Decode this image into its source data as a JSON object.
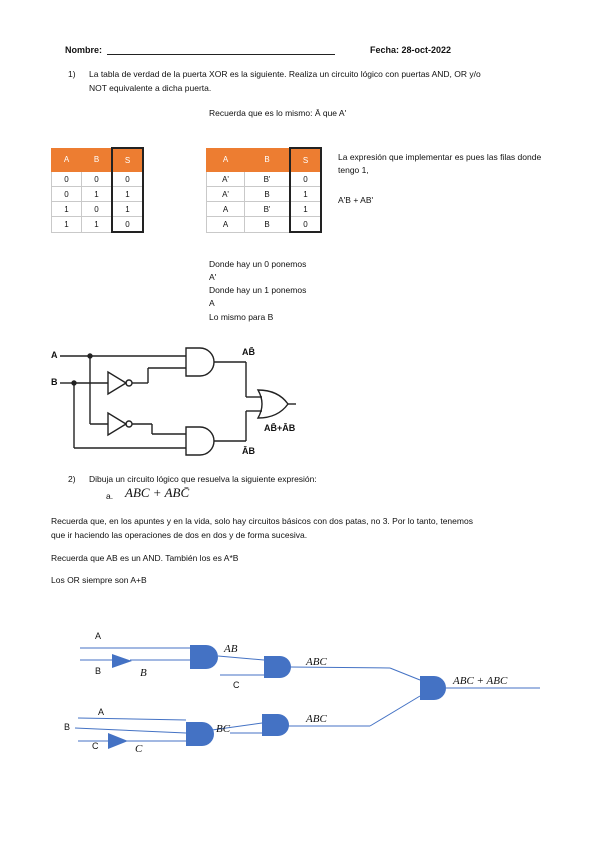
{
  "header": {
    "name_label": "Nombre:",
    "date_label": "Fecha: 28-oct-2022"
  },
  "q1": {
    "number": "1)",
    "text_line1": "La tabla de verdad de la puerta XOR es la siguiente. Realiza un circuito lógico con puertas AND, OR y/o",
    "text_line2": "NOT equivalente a dicha puerta.",
    "note": "Recuerda que es lo mismo: Ā que A'",
    "table1": {
      "headers": [
        "A",
        "B",
        "S"
      ],
      "rows": [
        [
          "0",
          "0",
          "0"
        ],
        [
          "0",
          "1",
          "1"
        ],
        [
          "1",
          "0",
          "1"
        ],
        [
          "1",
          "1",
          "0"
        ]
      ]
    },
    "table2": {
      "headers": [
        "A",
        "B",
        "S"
      ],
      "rows": [
        [
          "A'",
          "B'",
          "0"
        ],
        [
          "A'",
          "B",
          "1"
        ],
        [
          "A",
          "B'",
          "1"
        ],
        [
          "A",
          "B",
          "0"
        ]
      ]
    },
    "expr_line1": "La expresión que implementar es pues las filas donde",
    "expr_line2": "tengo 1,",
    "expr_formula": "A'B + AB'",
    "explain": [
      "Donde hay un 0 ponemos",
      "A'",
      "Donde hay un 1 ponemos",
      "A",
      "Lo mismo para B"
    ],
    "circuit1": {
      "in_a": "A",
      "in_b": "B",
      "top_out": "AB̄",
      "bottom_out": "ĀB",
      "or_out": "AB̄+ĀB"
    }
  },
  "q2": {
    "number": "2)",
    "text": "Dibuja un circuito lógico que resuelva la siguiente expresión:",
    "item_label": "a.",
    "formula": "ABC + ABC̄",
    "para1_line1": "Recuerda que, en los apuntes y en la vida, solo hay circuitos básicos con dos patas, no 3. Por lo tanto, tenemos",
    "para1_line2": "que ir haciendo las operaciones de dos en dos y de forma sucesiva.",
    "para2": "Recuerda que AB es un AND. También los es A*B",
    "para3": "Los OR siempre son A+B",
    "circuit2": {
      "top_a": "A",
      "top_b": "B",
      "top_b_italic": "B",
      "ab": "AB",
      "c": "C",
      "abc": "ABC",
      "out": "ABC + ABC",
      "bot_a": "A",
      "bot_b": "B",
      "bot_c": "C",
      "bot_c_italic": "C",
      "bc": "BC",
      "abc2": "ABC"
    }
  },
  "colors": {
    "header_orange": "#ed7d31",
    "gate_blue": "#4472c4"
  }
}
